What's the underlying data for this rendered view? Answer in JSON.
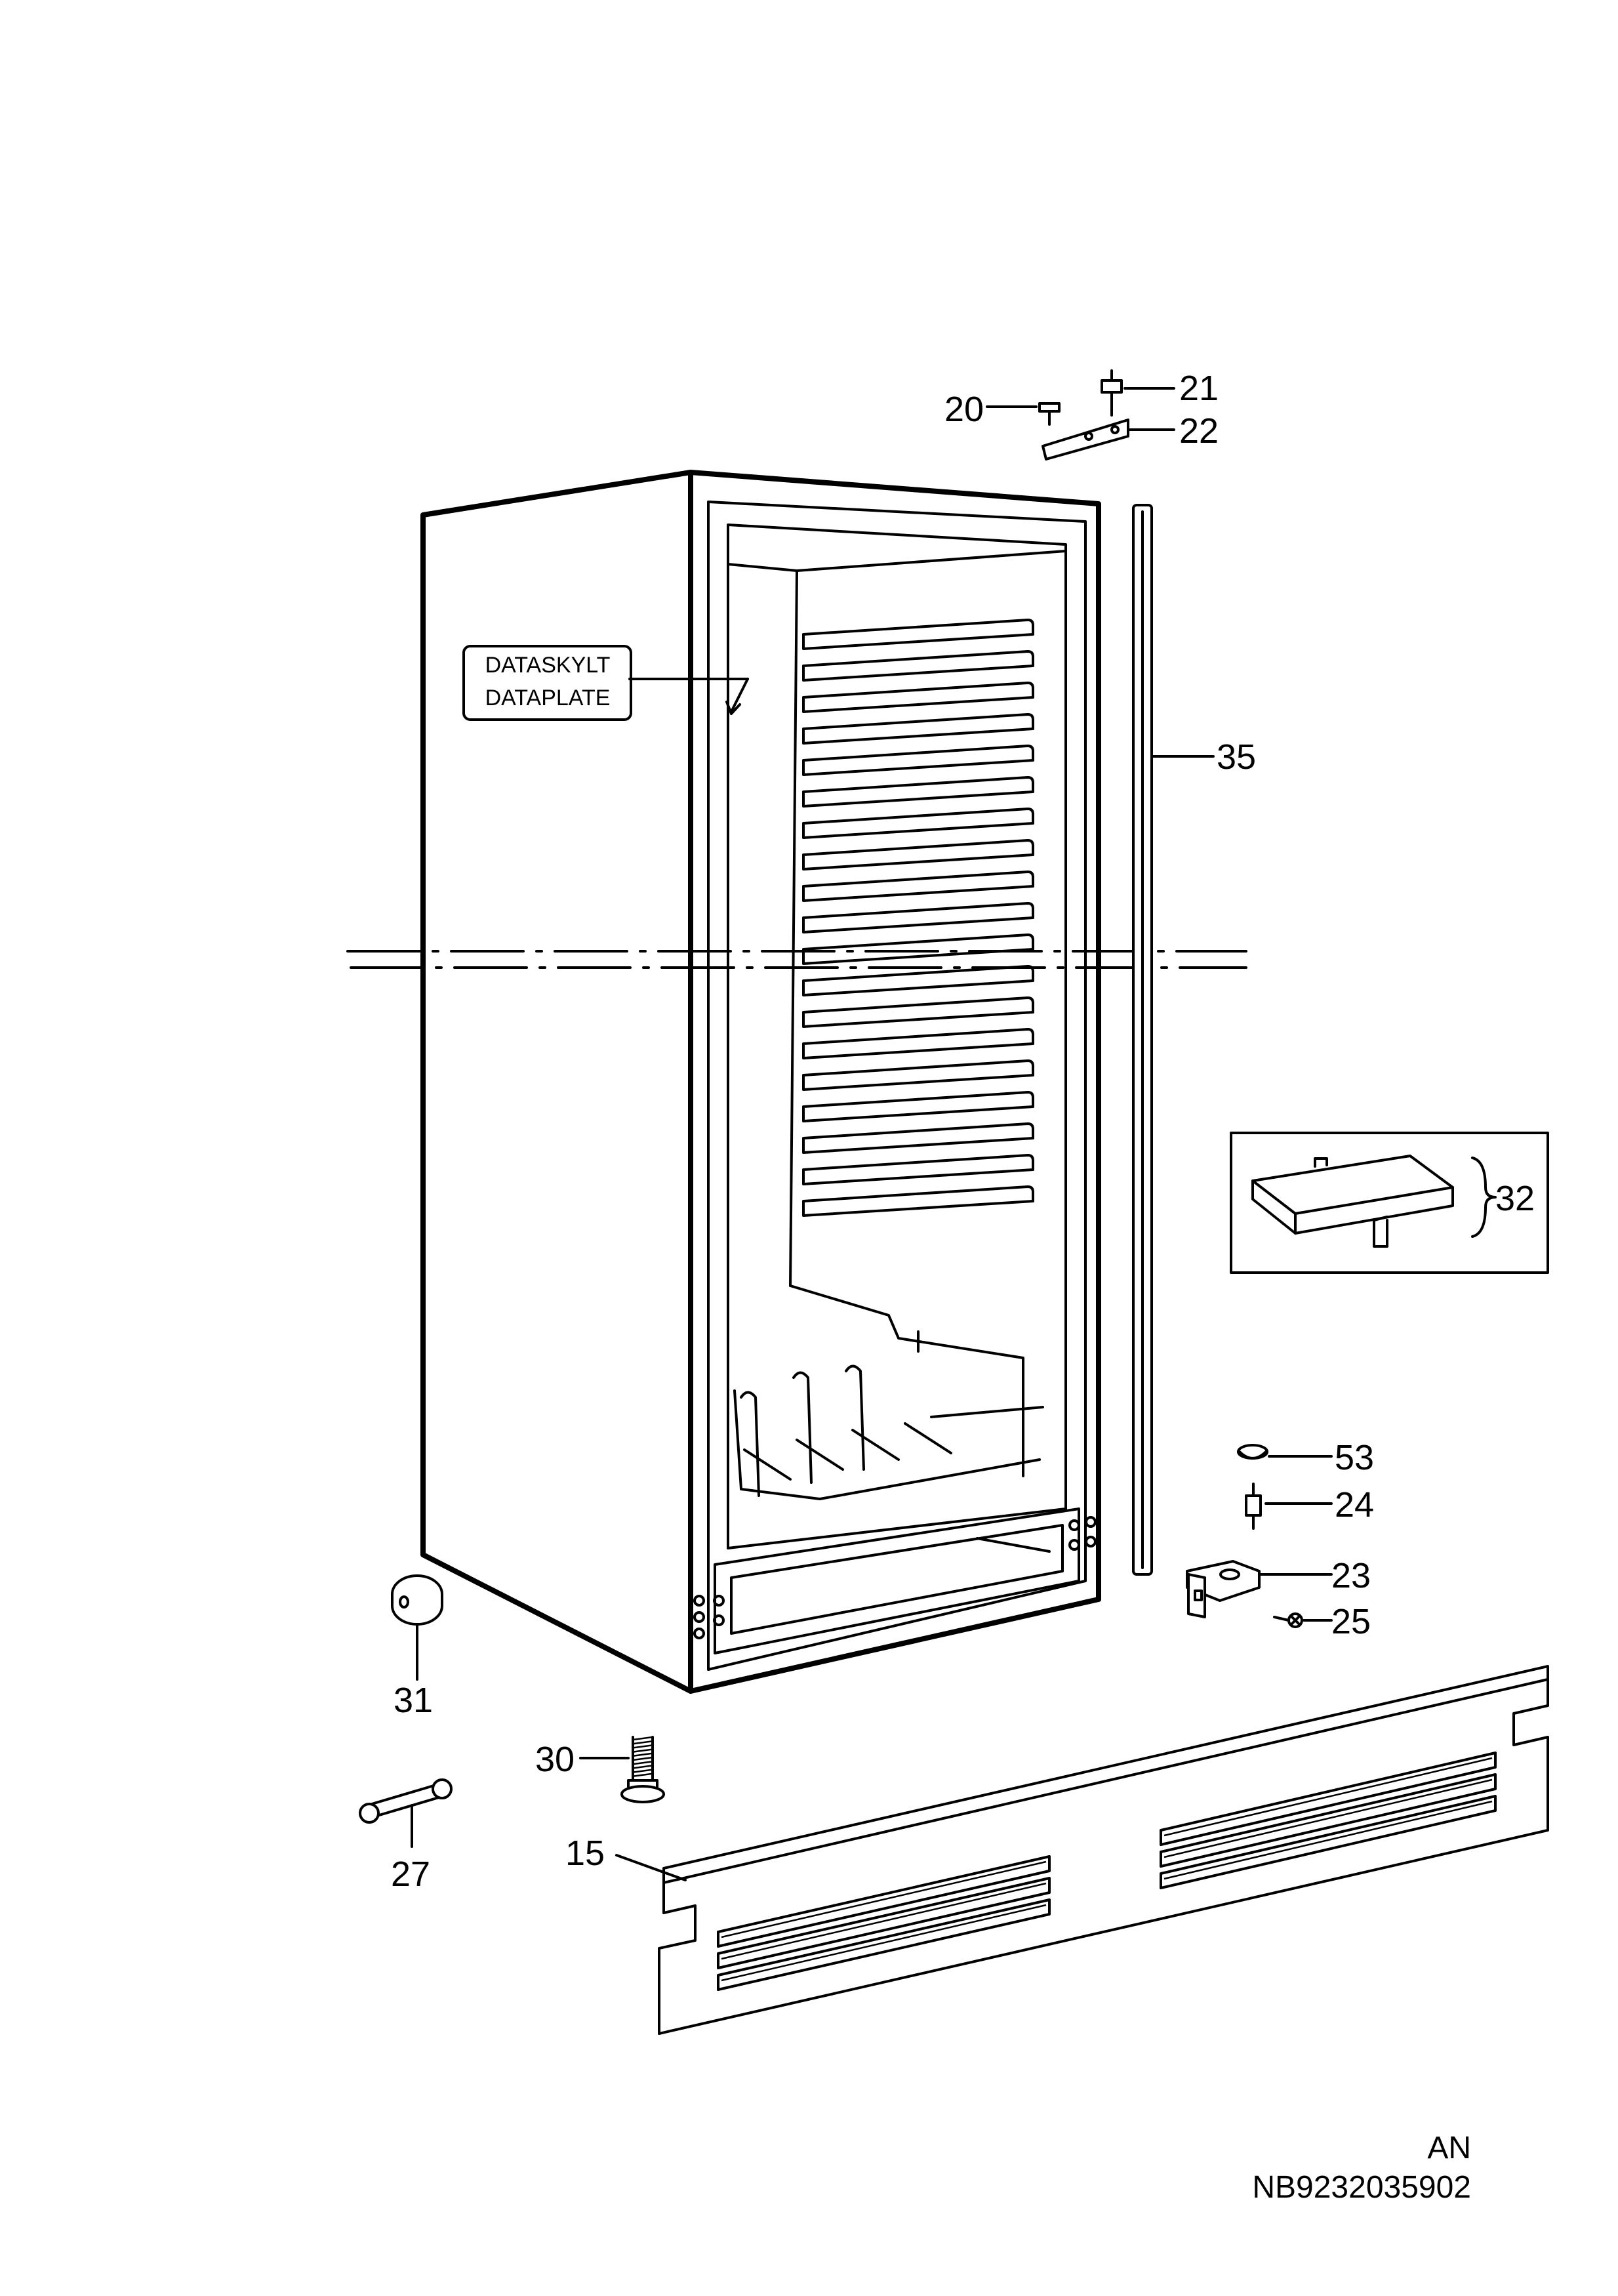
{
  "labels": {
    "p15": "15",
    "p20": "20",
    "p21": "21",
    "p22": "22",
    "p23": "23",
    "p24": "24",
    "p25": "25",
    "p27": "27",
    "p30": "30",
    "p31": "31",
    "p32": "32",
    "p35": "35",
    "p53": "53"
  },
  "plate": {
    "line1": "DATASKYLT",
    "line2": "DATAPLATE"
  },
  "footer": {
    "code": "AN",
    "number": "NB9232035902"
  }
}
